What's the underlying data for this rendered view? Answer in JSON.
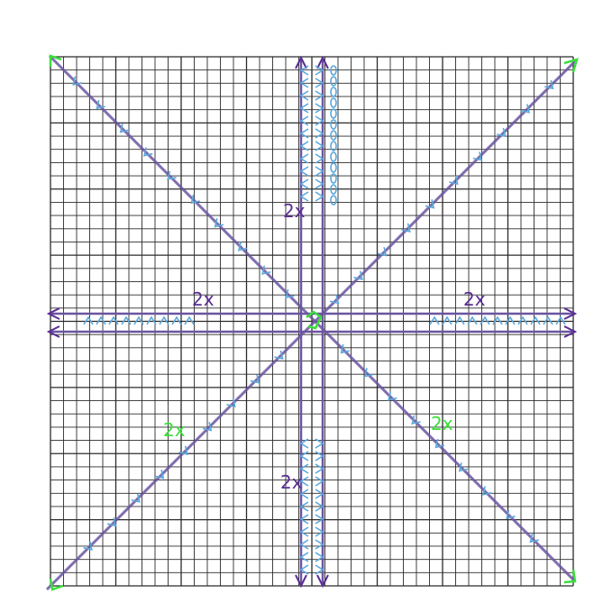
{
  "labels": {
    "top_stitch_count": "2x",
    "left_stitch_count": "2x",
    "right_stitch_count": "2x",
    "bottom_left_stitch_count": "2x",
    "bottom_right_stitch_count": "2x",
    "bottom_stitch_count": "2x"
  },
  "grid": {
    "columns": 40,
    "rows": 40
  },
  "colors": {
    "grid_line": "#2b2b2b",
    "guide_line": "#6a55a0",
    "arrow_purple": "#5a2d91",
    "stitch_blue": "#5aa8dc",
    "accent_green": "#39e03a",
    "background": "#ffffff"
  }
}
